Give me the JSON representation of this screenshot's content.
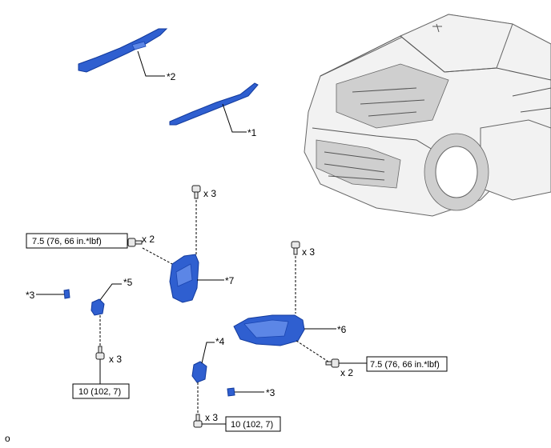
{
  "callouts": {
    "c1": "*1",
    "c2": "*2",
    "c3a": "*3",
    "c3b": "*3",
    "c4": "*4",
    "c5": "*5",
    "c6": "*6",
    "c7": "*7"
  },
  "quantities": {
    "q_left_top_bolt": "x 3",
    "q_left_side_bolt": "x 2",
    "q_left_bottom_bolt": "x 3",
    "q_right_top_bolt": "x 3",
    "q_right_side_bolt": "x 2",
    "q_right_bottom_bolt": "x 3"
  },
  "torque_specs": {
    "left_side": "7.5 (76, 66 in.*lbf)",
    "left_bottom": "10 (102, 7)",
    "right_side": "7.5 (76, 66 in.*lbf)",
    "right_bottom": "10 (102, 7)"
  },
  "corner_mark": "o",
  "colors": {
    "part_blue": "#2f5fd0"
  }
}
